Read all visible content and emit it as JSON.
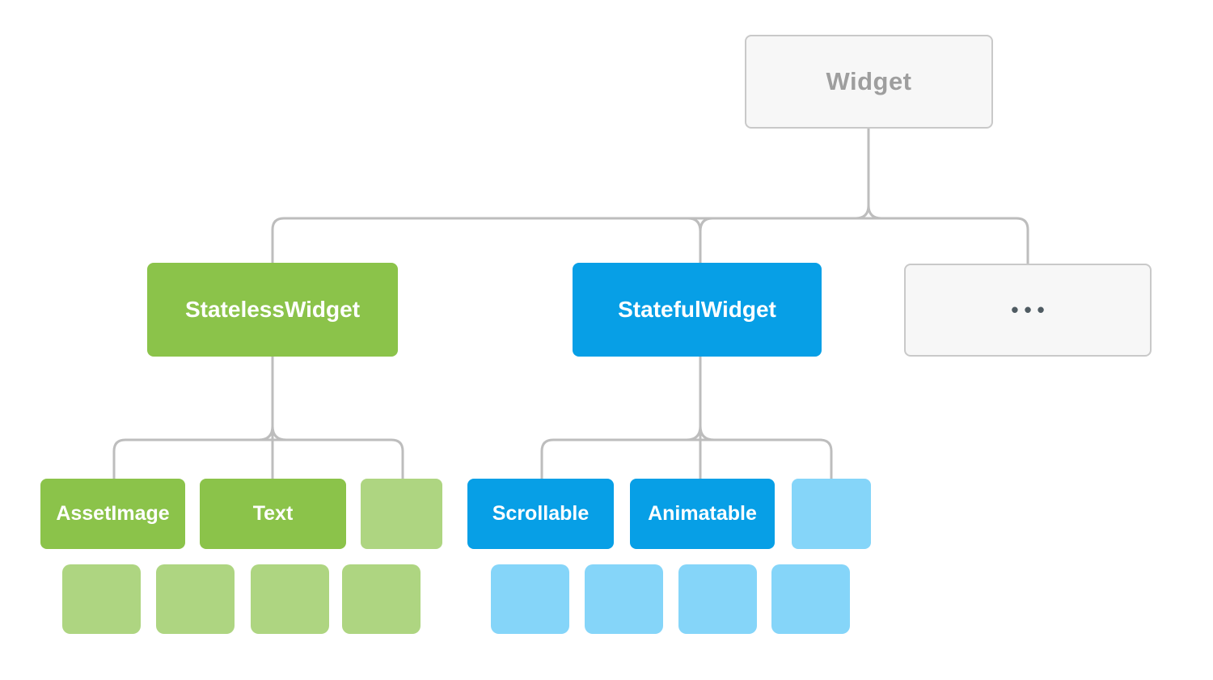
{
  "palette": {
    "green": "#8bc34a",
    "green_light": "#aed581",
    "blue": "#079fe6",
    "blue_light": "#85d5f9",
    "neutral_fill": "#f7f7f7",
    "neutral_border": "#c9c9c9",
    "neutral_text": "#9e9e9e",
    "connector": "#bdbdbd",
    "dots_text": "#4f5b62",
    "white_text": "#ffffff"
  },
  "tree": {
    "root": {
      "label": "Widget"
    },
    "level1": [
      {
        "label": "StatelessWidget"
      },
      {
        "label": "StatefulWidget"
      },
      {
        "label": "•••"
      }
    ],
    "stateless_children": [
      {
        "label": "AssetImage"
      },
      {
        "label": "Text"
      },
      {
        "label": ""
      }
    ],
    "stateful_children": [
      {
        "label": "Scrollable"
      },
      {
        "label": "Animatable"
      },
      {
        "label": ""
      }
    ],
    "stateless_placeholder_squares": 4,
    "stateful_placeholder_squares": 4
  }
}
